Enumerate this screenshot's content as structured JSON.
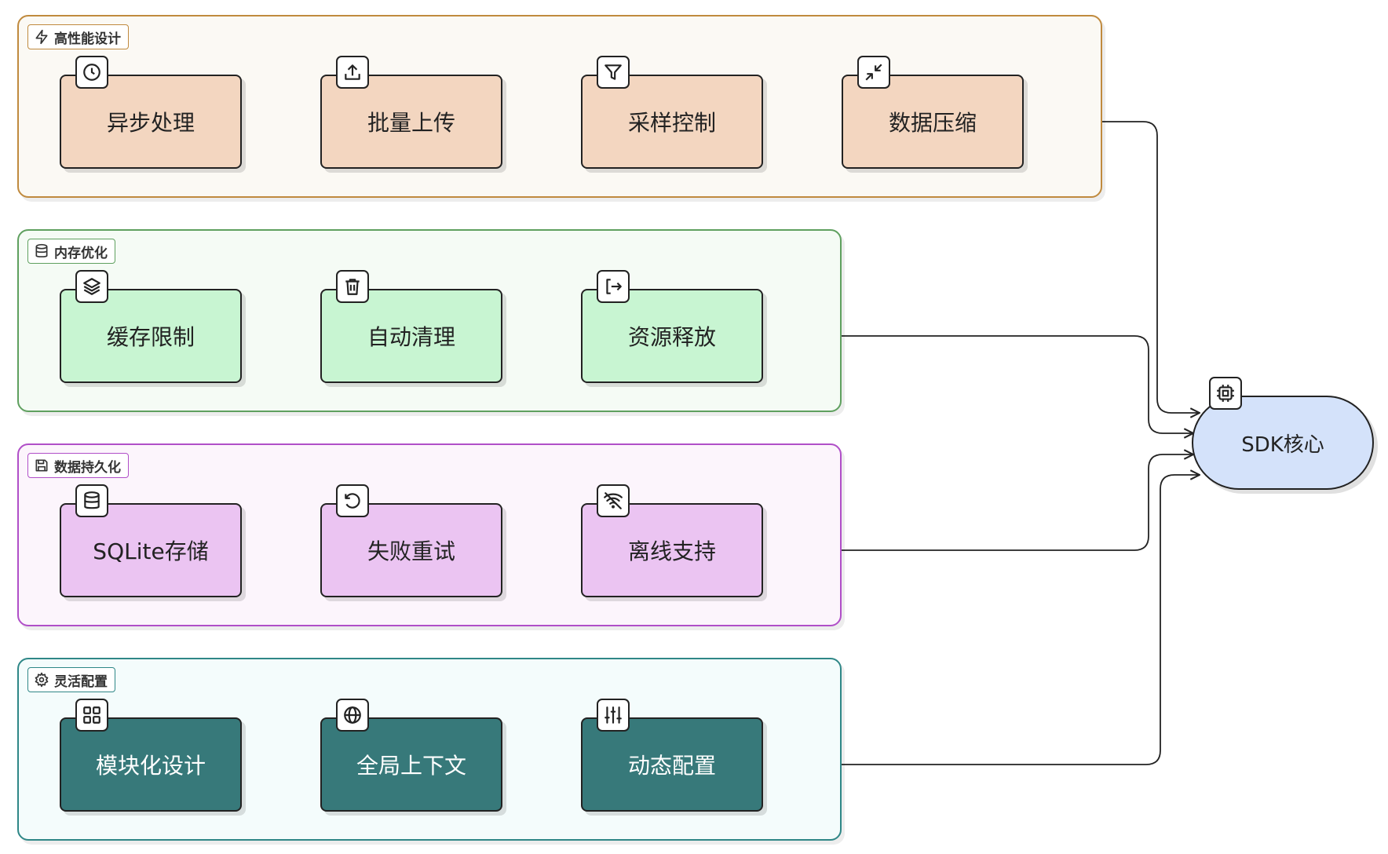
{
  "groups": [
    {
      "label": "高性能设计",
      "icon": "lightning-icon",
      "nodes": [
        {
          "label": "异步处理",
          "icon": "clock-icon"
        },
        {
          "label": "批量上传",
          "icon": "upload-icon"
        },
        {
          "label": "采样控制",
          "icon": "filter-icon"
        },
        {
          "label": "数据压缩",
          "icon": "minimize-icon"
        }
      ]
    },
    {
      "label": "内存优化",
      "icon": "database-icon",
      "nodes": [
        {
          "label": "缓存限制",
          "icon": "layers-icon"
        },
        {
          "label": "自动清理",
          "icon": "trash-icon"
        },
        {
          "label": "资源释放",
          "icon": "logout-icon"
        }
      ]
    },
    {
      "label": "数据持久化",
      "icon": "save-icon",
      "nodes": [
        {
          "label": "SQLite存储",
          "icon": "database-icon"
        },
        {
          "label": "失败重试",
          "icon": "rotate-ccw-icon"
        },
        {
          "label": "离线支持",
          "icon": "wifi-off-icon"
        }
      ]
    },
    {
      "label": "灵活配置",
      "icon": "gear-icon",
      "nodes": [
        {
          "label": "模块化设计",
          "icon": "grid-icon"
        },
        {
          "label": "全局上下文",
          "icon": "globe-icon"
        },
        {
          "label": "动态配置",
          "icon": "sliders-icon"
        }
      ]
    }
  ],
  "core": {
    "label": "SDK核心",
    "icon": "cpu-icon"
  },
  "colors": {
    "performance_border": "#c08a3e",
    "performance_bg": "#fbf9f4",
    "performance_node": "#f3d6c0",
    "memory_border": "#5fa05f",
    "memory_bg": "#f5fbf5",
    "memory_node": "#c8f5d2",
    "persistence_border": "#b04fc8",
    "persistence_bg": "#fcf5fc",
    "persistence_node": "#ebc4f2",
    "config_border": "#2f8787",
    "config_bg": "#f4fcfc",
    "config_node": "#37797a",
    "core_fill": "#d4e2fa"
  }
}
